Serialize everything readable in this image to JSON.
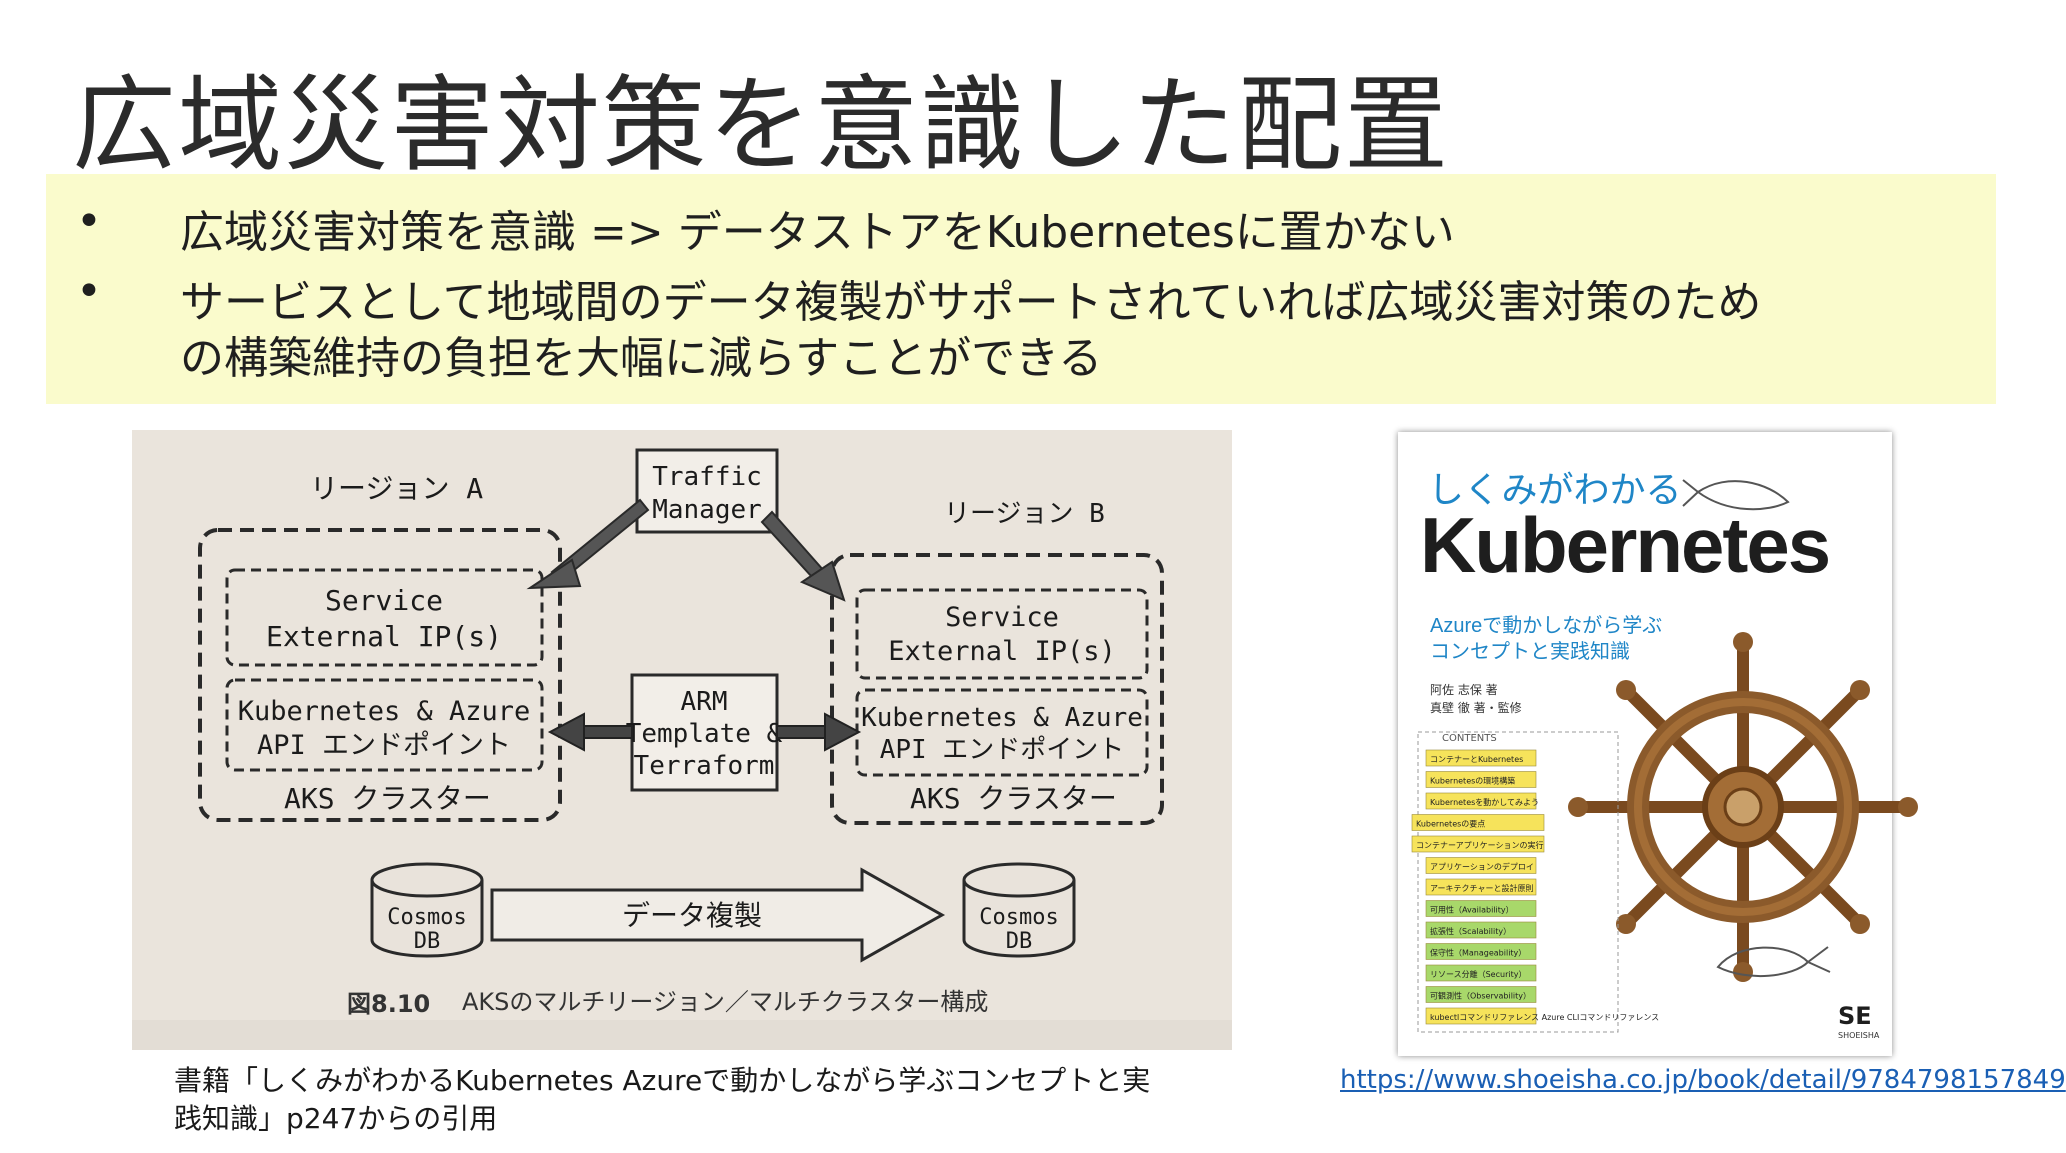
{
  "slide": {
    "title": "広域災害対策を意識した配置",
    "bullets": [
      {
        "dot": "•",
        "text": "広域災害対策を意識 => データストアをKubernetesに置かない"
      },
      {
        "dot": "•",
        "text": " サービスとして地域間のデータ複製がサポートされていれば広域災害対策のため"
      },
      {
        "dot": "",
        "text": "の構築維持の負担を大幅に減らすことができる"
      }
    ],
    "caption": "書籍「しくみがわかるKubernetes Azureで動かしながら学ぶコンセプトと実践知識」p247からの引用",
    "url": "https://www.shoeisha.co.jp/book/detail/9784798157849"
  },
  "figure": {
    "traffic_manager": [
      "Traffic",
      "Manager"
    ],
    "region_a_label": "リージョン A",
    "region_b_label": "リージョン B",
    "service": [
      "Service",
      "External IP(s)"
    ],
    "api": [
      "Kubernetes & Azure",
      "API エンドポイント"
    ],
    "arm": [
      "ARM",
      "Template &",
      "Terraform"
    ],
    "aks_cluster": "AKS クラスター",
    "cosmos": [
      "Cosmos",
      "DB"
    ],
    "replication": "データ複製",
    "fig_label": "図8.10",
    "fig_caption": "AKSのマルチリージョン／マルチクラスター構成"
  },
  "book": {
    "subtitle_top": "しくみがわかる",
    "title": "Kubernetes",
    "desc": [
      "Azureで動かしながら学ぶ",
      "コンセプトと実践知識"
    ],
    "authors": [
      "阿佐 志保 著",
      "真壁 徹 著・監修"
    ],
    "contents_label": "CONTENTS",
    "contents": [
      "コンテナーとKubernetes",
      "Kubernetesの環境構築",
      "Kubernetesを動かしてみよう",
      "Kubernetesの要点",
      "コンテナーアプリケーションの実行",
      "アプリケーションのデプロイ",
      "アーキテクチャーと設計原則",
      "可用性（Availability）",
      "拡張性（Scalability）",
      "保守性（Manageability）",
      "リソース分離（Security）",
      "可観測性（Observability）",
      "kubectlコマンドリファレンス Azure CLIコマンドリファレンス"
    ],
    "publisher": "SE",
    "publisher_sub": "SHOEISHA",
    "colors": {
      "title_text": "#1e1e1e",
      "subtitle_text": "#1f86c7",
      "contents_box": "#f6e35b",
      "contents_green": "#a8d86a"
    }
  }
}
